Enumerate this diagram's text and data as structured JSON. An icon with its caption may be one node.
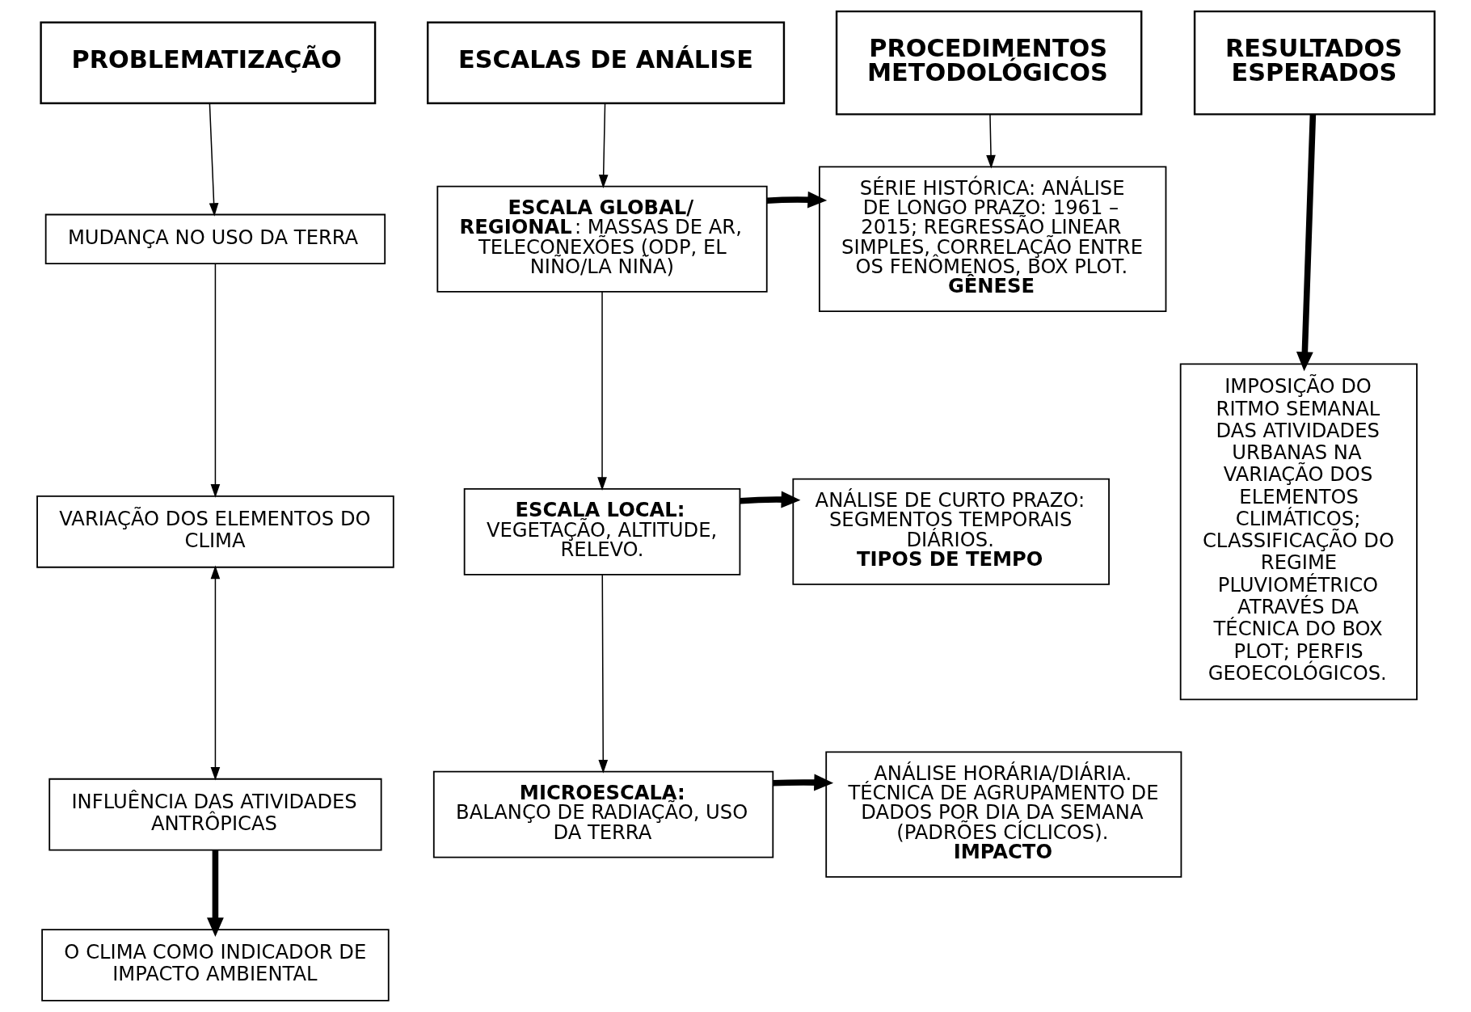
{
  "diagram": {
    "nodes": [
      {
        "text": [
          "PROBLEMATIZAÇÃO"
        ]
      },
      {
        "text": [
          "ESCALAS DE ANÁLISE"
        ]
      },
      {
        "text": [
          "PROCEDIMENTOS METODOLÓGICOS"
        ]
      },
      {
        "text": [
          "RESULTADOS ESPERADOS"
        ]
      },
      {
        "text": [
          "MUDANÇA NO USO DA TERRA"
        ]
      },
      {
        "text": [
          "**ESCALA GLOBAL/ REGIONAL**: MASSAS DE AR, TELECONEXÕES (ODP, EL NIÑO/LA NIÑA)"
        ]
      },
      {
        "text": [
          "SÉRIE HISTÓRICA: ANÁLISE DE LONGO PRAZO: 1961 – 2015; REGRESSÃO LINEAR SIMPLES, CORRELAÇÃO ENTRE OS FENÔMENOS, BOX PLOT.",
          "GÊNESE"
        ]
      },
      {
        "text": [
          "IMPOSIÇÃO DO RITMO SEMANAL DAS ATIVIDADES URBANAS NA VARIAÇÃO DOS ELEMENTOS CLIMÁTICOS; CLASSIFICAÇÃO DO REGIME PLUVIOMÉTRICO ATRAVÉS DA TÉCNICA DO BOX PLOT; PERFIS GEOECOLÓGICOS."
        ]
      },
      {
        "text": [
          "VARIAÇÃO DOS ELEMENTOS DO CLIMA"
        ]
      },
      {
        "text": [
          "ESCALA LOCAL:",
          "VEGETAÇÃO, ALTITUDE, RELEVO."
        ]
      },
      {
        "text": [
          "ANÁLISE DE CURTO PRAZO: SEGMENTOS TEMPORAIS DIÁRIOS.",
          "TIPOS DE TEMPO"
        ]
      },
      {
        "text": [
          "INFLUÊNCIA DAS ATIVIDADES ANTRÔPICAS"
        ]
      },
      {
        "text": [
          "MICROESCALA:",
          "BALANÇO DE RADIAÇÃO, USO DA TERRA"
        ]
      },
      {
        "text": [
          "ANÁLISE HORÁRIA/DIÁRIA. TÉCNICA DE AGRUPAMENTO DE DADOS POR DIA DA SEMANA (PADRÕES CÍCLICOS).",
          "IMPACTO"
        ]
      },
      {
        "text": [
          "O CLIMA COMO INDICADOR DE IMPACTO AMBIENTAL"
        ]
      }
    ],
    "edges": [
      {
        "from": 0,
        "to": 4,
        "arrow": "to"
      },
      {
        "from": 4,
        "to": 8,
        "arrow": "to"
      },
      {
        "from": 8,
        "to": 11,
        "arrow": "both"
      },
      {
        "from": 11,
        "to": 14,
        "arrow": "to",
        "style": "thick"
      },
      {
        "from": 1,
        "to": 5,
        "arrow": "to"
      },
      {
        "from": 5,
        "to": 9,
        "arrow": "to"
      },
      {
        "from": 9,
        "to": 12,
        "arrow": "to"
      },
      {
        "from": 5,
        "to": 6,
        "arrow": "to",
        "style": "thick"
      },
      {
        "from": 9,
        "to": 10,
        "arrow": "to",
        "style": "thick"
      },
      {
        "from": 12,
        "to": 13,
        "arrow": "to",
        "style": "thick"
      },
      {
        "from": 2,
        "to": 6,
        "arrow": "to"
      },
      {
        "from": 3,
        "to": 7,
        "arrow": "to",
        "style": "thick"
      }
    ]
  }
}
